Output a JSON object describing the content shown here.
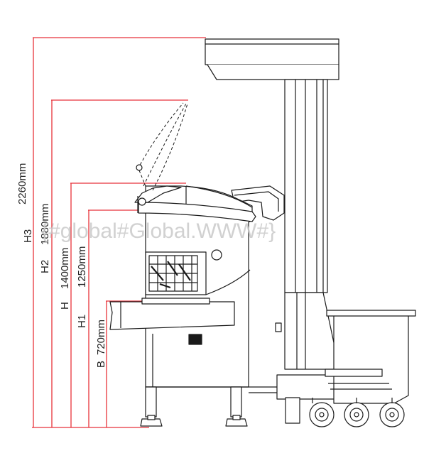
{
  "dimensions": {
    "h3_label": "H3",
    "h3_value": "2260mm",
    "h2_label": "H2",
    "h2_value": "1880mm",
    "h_label": "H",
    "h_value": "1400mm",
    "h1_label": "H1",
    "h1_value": "1250mm",
    "b_label": "B",
    "b_value": "720mm"
  },
  "watermark": "{#global#Global.WWW#}",
  "colors": {
    "dimension_line": "#e8323a",
    "outline": "#1a1a1a",
    "background": "#ffffff"
  }
}
